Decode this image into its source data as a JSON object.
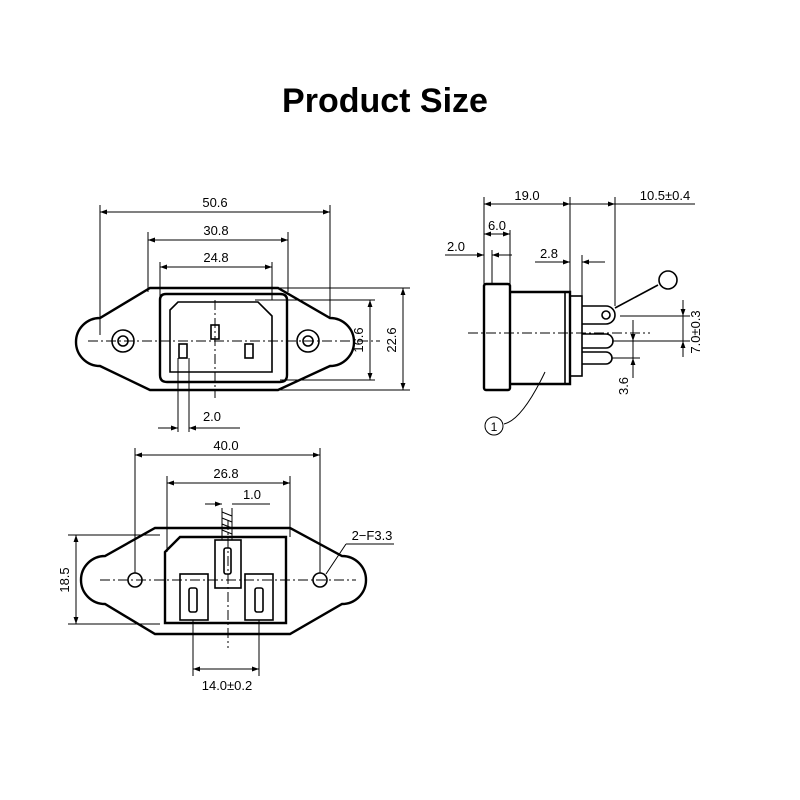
{
  "title": "Product Size",
  "front_view": {
    "overall_width": "50.6",
    "body_width": "30.8",
    "opening_width": "24.8",
    "opening_height": "16.6",
    "body_height": "22.6",
    "pin_spacing": "2.0"
  },
  "side_view": {
    "depth": "19.0",
    "terminal_length": "10.5±0.4",
    "flange_depth": "6.0",
    "flange_thickness": "2.0",
    "terminal_thickness": "2.8",
    "terminal_pitch": "7.0±0.3",
    "terminal_offset": "3.6",
    "callout": "1"
  },
  "cutout_view": {
    "hole_spacing": "40.0",
    "cutout_width": "26.8",
    "pin_width": "1.0",
    "flange_height": "18.5",
    "mounting_holes": "2−F3.3",
    "pin_pitch": "14.0±0.2"
  }
}
